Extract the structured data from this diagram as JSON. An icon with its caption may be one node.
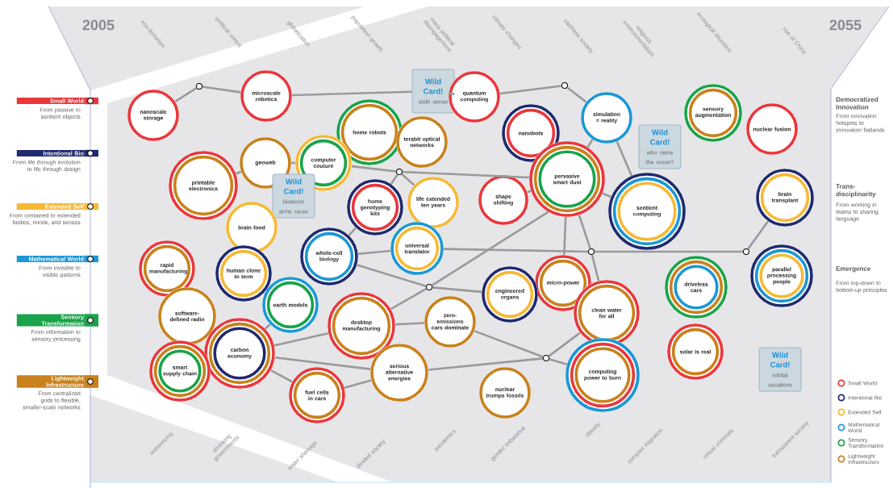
{
  "diagram": {
    "nodes": [
      {
        "text": [
          "Small World",
          "From passive to sentient objects"
        ]
      },
      {
        "text": [
          "Intentional Bio",
          "From life through evolution to life through design"
        ]
      },
      {
        "text": [
          "Extended Self",
          "From contained to extended bodies, minds, and senses"
        ]
      },
      {
        "text": [
          "Mathematical World",
          "From invisible to visible patterns"
        ]
      },
      {
        "text": [
          "Sensory Transformation",
          "From information to sensory processing"
        ]
      },
      {
        "text": [
          "Lightweight Infrastructure",
          "From centralized grids to flexible, smaller-scale networks"
        ]
      },
      {
        "text": [
          "nanoscale storage"
        ]
      },
      {
        "text": [],
        "shape": "circle"
      },
      {
        "text": [
          "microscale robotics"
        ]
      },
      {
        "text": [
          "Wild Card!",
          "sixth sense"
        ]
      },
      {
        "text": [
          "quantum computing"
        ]
      },
      {
        "text": [],
        "shape": "circle"
      },
      {
        "text": [
          "home robots"
        ]
      },
      {
        "text": [
          "terabit optical networks"
        ]
      },
      {
        "text": [
          "nanobots"
        ]
      },
      {
        "text": [
          "simulation = reality"
        ]
      },
      {
        "text": [
          "sensory augmentation"
        ]
      },
      {
        "text": [
          "nuclear fusion"
        ]
      },
      {
        "text": [
          "geoweb"
        ]
      },
      {
        "text": [
          "computer couture"
        ]
      },
      {
        "text": [],
        "shape": "circle"
      },
      {
        "text": [
          "pervasive smart dust"
        ]
      },
      {
        "text": [
          "Wild Card!",
          "who owns the moon?"
        ]
      },
      {
        "text": [
          "printable electronics"
        ]
      },
      {
        "text": [
          "Wild Card!",
          "bioterror arms races"
        ]
      },
      {
        "text": [
          "life extended ten years"
        ]
      },
      {
        "text": [
          "home genotyping kits"
        ]
      },
      {
        "text": [
          "shape shifting"
        ]
      },
      {
        "text": [
          "sentient computing"
        ]
      },
      {
        "text": [
          "brain transplant"
        ]
      },
      {
        "text": [
          "brain food"
        ]
      },
      {
        "text": [
          "whole-cell biology"
        ]
      },
      {
        "text": [
          "universal translator"
        ]
      },
      {
        "text": [],
        "shape": "circle"
      },
      {
        "text": [],
        "shape": "circle"
      },
      {
        "text": [
          "rapid manufacturing"
        ]
      },
      {
        "text": [
          "human clone to term"
        ]
      },
      {
        "text": [
          "micro-power"
        ]
      },
      {
        "text": [
          "driveless cars"
        ]
      },
      {
        "text": [
          "parallel processing people"
        ]
      },
      {
        "text": [],
        "shape": "circle"
      },
      {
        "text": [
          "engineered organs"
        ]
      },
      {
        "text": [
          "earth models"
        ]
      },
      {
        "text": [
          "clean water for all"
        ]
      },
      {
        "text": [
          "software-defined radio"
        ]
      },
      {
        "text": [
          "zero-emissions cars dominate"
        ]
      },
      {
        "text": [
          "desktop manufacturing"
        ]
      },
      {
        "text": [
          "solar is real"
        ]
      },
      {
        "text": [
          "carbon economy"
        ]
      },
      {
        "text": [],
        "shape": "circle"
      },
      {
        "text": [
          "Wild Card!",
          "orbital vacations"
        ]
      },
      {
        "text": [
          "smart supply chain"
        ]
      },
      {
        "text": [
          "serious alternative energies"
        ]
      },
      {
        "text": [
          "computing power to burn"
        ]
      },
      {
        "text": [
          "nuclear trumps fossils"
        ]
      },
      {
        "text": [
          "fuel cells in cars"
        ]
      }
    ],
    "edges": [
      {
        "from": 6,
        "to": 7,
        "arrow": "none"
      },
      {
        "from": 7,
        "to": 8,
        "arrow": "none"
      },
      {
        "from": 8,
        "to": 9,
        "arrow": "none"
      },
      {
        "from": 9,
        "to": 10,
        "arrow": "none"
      },
      {
        "from": 10,
        "to": 11,
        "arrow": "none"
      },
      {
        "from": 11,
        "to": 15,
        "arrow": "none"
      },
      {
        "from": 15,
        "to": 21,
        "arrow": "none"
      },
      {
        "from": 15,
        "to": 28,
        "arrow": "none"
      },
      {
        "from": 23,
        "to": 18,
        "arrow": "none"
      },
      {
        "from": 18,
        "to": 19,
        "arrow": "none"
      },
      {
        "from": 19,
        "to": 20,
        "arrow": "none"
      },
      {
        "from": 20,
        "to": 21,
        "arrow": "none"
      },
      {
        "from": 20,
        "to": 25,
        "arrow": "none"
      },
      {
        "from": 20,
        "to": 26,
        "arrow": "none"
      },
      {
        "from": 26,
        "to": 31,
        "arrow": "none"
      },
      {
        "from": 31,
        "to": 32,
        "arrow": "none"
      },
      {
        "from": 32,
        "to": 33,
        "arrow": "none"
      },
      {
        "from": 33,
        "to": 34,
        "arrow": "none"
      },
      {
        "from": 34,
        "to": 29,
        "arrow": "none"
      },
      {
        "from": 31,
        "to": 40,
        "arrow": "none"
      },
      {
        "from": 40,
        "to": 41,
        "arrow": "none"
      },
      {
        "from": 40,
        "to": 21,
        "arrow": "none"
      },
      {
        "from": 40,
        "to": 46,
        "arrow": "none"
      },
      {
        "from": 46,
        "to": 48,
        "arrow": "none"
      },
      {
        "from": 42,
        "to": 48,
        "arrow": "none"
      },
      {
        "from": 48,
        "to": 55,
        "arrow": "none"
      },
      {
        "from": 55,
        "to": 52,
        "arrow": "none"
      },
      {
        "from": 48,
        "to": 52,
        "arrow": "none"
      },
      {
        "from": 52,
        "to": 49,
        "arrow": "none"
      },
      {
        "from": 46,
        "to": 45,
        "arrow": "none"
      },
      {
        "from": 45,
        "to": 49,
        "arrow": "none"
      },
      {
        "from": 49,
        "to": 53,
        "arrow": "none"
      },
      {
        "from": 49,
        "to": 43,
        "arrow": "none"
      },
      {
        "from": 21,
        "to": 37,
        "arrow": "none"
      },
      {
        "from": 21,
        "to": 33,
        "arrow": "none"
      },
      {
        "from": 33,
        "to": 43,
        "arrow": "none"
      },
      {
        "from": 21,
        "to": 28,
        "arrow": "none"
      },
      {
        "from": 21,
        "to": 27,
        "arrow": "none"
      }
    ],
    "labels": [
      "2005",
      "2055",
      "eco-terrorism",
      "political unrest",
      "globalization",
      "population growth",
      "mass political disengagement",
      "climate changes",
      "cashless society",
      "religious environmentalism",
      "ecological disasters",
      "rise of China",
      "outsourcing",
      "shrinking governments",
      "water shortage",
      "divided society",
      "pandemics",
      "gender imbalance",
      "obesity",
      "complex migration",
      "virtual criminals",
      "transparent society",
      "Democratized Innovation",
      "From innovation hotspots to innovation flatlands",
      "Trans-disciplinarity",
      "From working in teams to sharing language",
      "Emergence",
      "From top-down to bottom-up principles"
    ],
    "legend": [
      {
        "text": "Small World",
        "color": "#e8383d"
      },
      {
        "text": "Intentional Bio",
        "color": "#1f2a6e"
      },
      {
        "text": "Extended Self",
        "color": "#f6b935"
      },
      {
        "text": "Mathematical World",
        "color": "#1b98d5"
      },
      {
        "text": "Sensory Transformation",
        "color": "#19a34a"
      },
      {
        "text": "Lightweight Infrastructure",
        "color": "#c9811c"
      }
    ]
  }
}
